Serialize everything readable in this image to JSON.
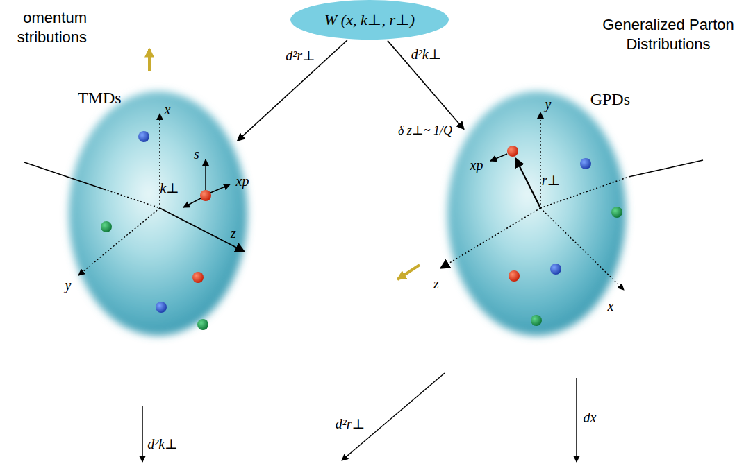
{
  "diagram": {
    "nodes": [
      {
        "text": [
          "W (x, k⊥, r⊥)"
        ]
      },
      {
        "text": [
          "TMDs"
        ]
      },
      {
        "text": [
          "GPDs"
        ]
      }
    ],
    "edges": [
      {
        "from": 0,
        "to": 1,
        "arrow": "to",
        "label": "d²r⊥"
      },
      {
        "from": 0,
        "to": 2,
        "arrow": "to",
        "label": "d²k⊥"
      }
    ],
    "labels": [
      "omentum stributions",
      "Generalized Parton Distributions",
      "x",
      "y",
      "z",
      "s",
      "k⊥",
      "xp",
      "y",
      "x",
      "z",
      "xp",
      "r⊥",
      "δ z⊥~ 1/Q",
      "d²k⊥",
      "d²r⊥",
      "dx"
    ]
  }
}
